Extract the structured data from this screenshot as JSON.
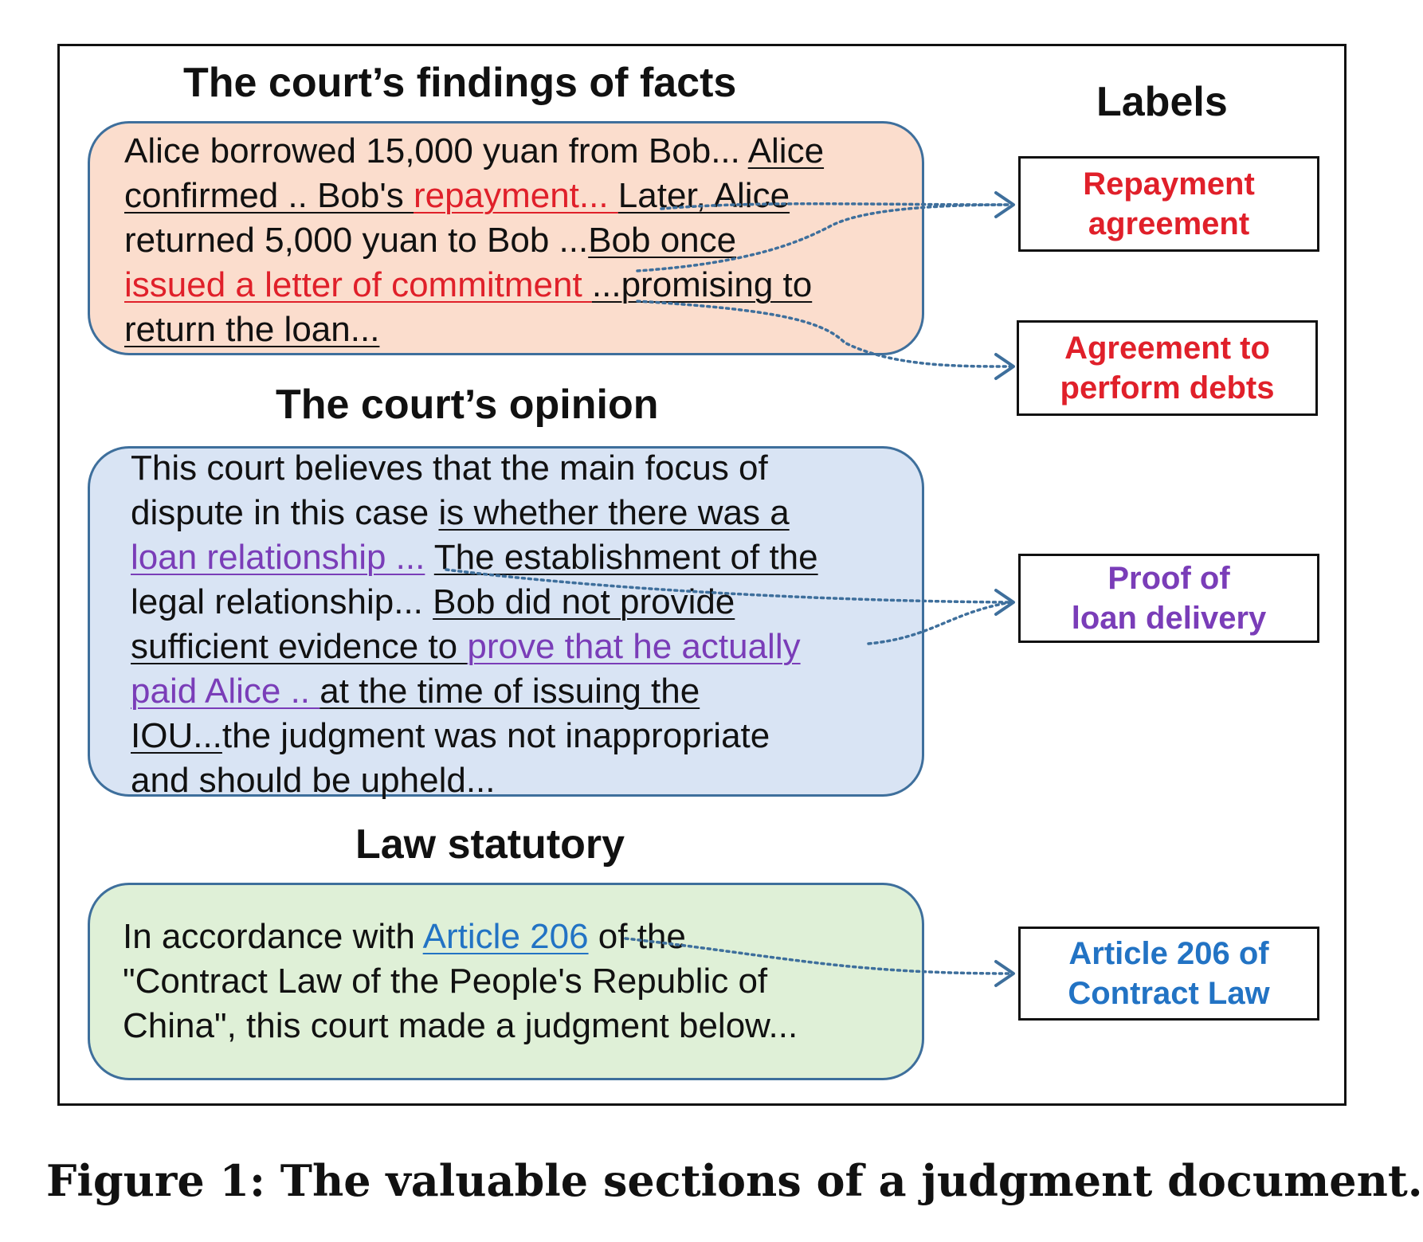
{
  "headings": {
    "facts": "The court’s findings of facts",
    "opinion": "The court’s opinion",
    "law": "Law statutory",
    "labels": "Labels"
  },
  "facts": {
    "l1a": "Alice borrowed 15,000 yuan from Bob... ",
    "l1b": "Alice",
    "l2a": "confirmed .. Bob's ",
    "l2b": "repayment... ",
    "l2c": "Later, Alice",
    "l3a": "returned 5,000 yuan to Bob ...",
    "l3b": "Bob once",
    "l4a": "issued a letter of commitment ",
    "l4b": "...promising to",
    "l5": "return the loan..."
  },
  "opinion": {
    "l1": "This court believes that the main focus of",
    "l2a": "dispute in this case ",
    "l2b": "is whether there was a",
    "l3a": "loan relationship ...",
    "l3b": " ",
    "l3c": "The establishment of the",
    "l4a": "legal relationship... ",
    "l4b": "Bob did not provide",
    "l5a": "sufficient evidence to ",
    "l5b": "prove that he actually",
    "l6a": "paid Alice .. ",
    "l6b": "at the time of issuing the",
    "l7a": "IOU...",
    "l7b": "the judgment was not inappropriate",
    "l8": "and should be upheld..."
  },
  "law": {
    "l1a": "In accordance with ",
    "l1b": "Article 206",
    "l1c": " of the",
    "l2": "\"Contract Law of the People's Republic of",
    "l3": "China\", this court made a judgment below..."
  },
  "labels": [
    {
      "line1": "Repayment",
      "line2": "agreement",
      "color": "#e0202a"
    },
    {
      "line1": "Agreement to",
      "line2": "perform debts",
      "color": "#e0202a"
    },
    {
      "line1": "Proof of",
      "line2": "loan delivery",
      "color": "#7a3db8"
    },
    {
      "line1": "Article 206 of",
      "line2": "Contract Law",
      "color": "#2273c4"
    }
  ],
  "colors": {
    "facts_bg": "#fbddcd",
    "opinion_bg": "#d9e4f4",
    "law_bg": "#dff0d7",
    "box_border": "#3e6f9c",
    "arrow": "#3e6f9c"
  },
  "caption": "Figure 1: The valuable sections of a judgment document."
}
